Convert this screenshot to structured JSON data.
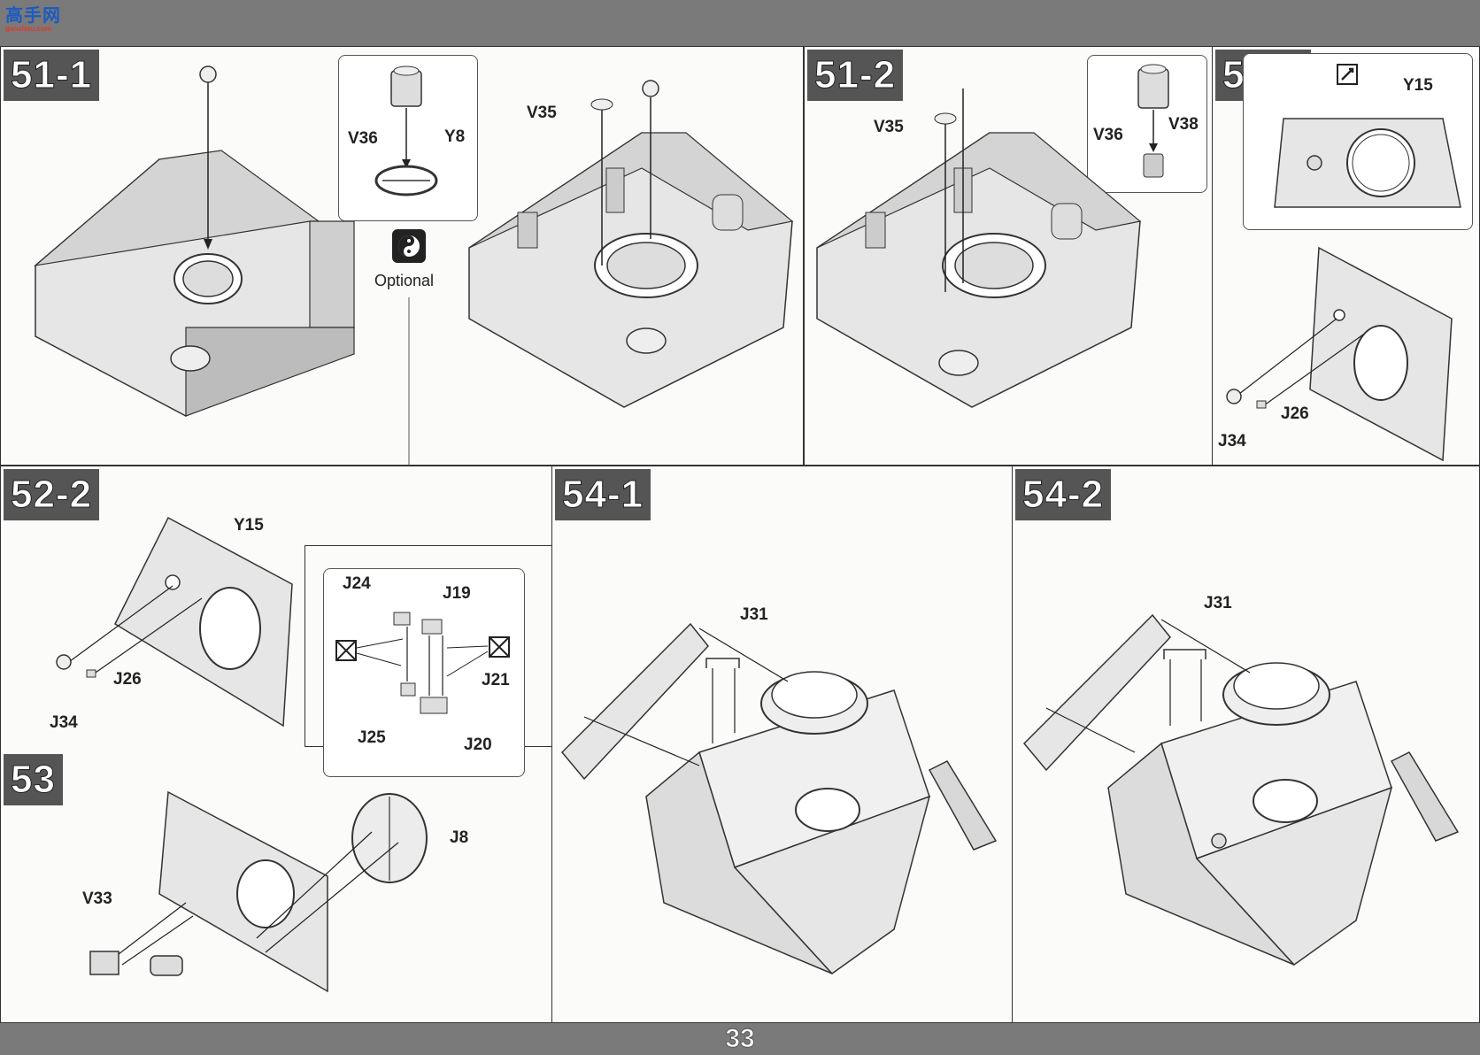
{
  "header": {
    "logo_text": "高手网",
    "logo_url": "gaoshou.com"
  },
  "page_number": "33",
  "steps": {
    "s51_1": {
      "title": "51-1",
      "labels": {
        "v36": "V36",
        "y8": "Y8",
        "v35": "V35"
      },
      "optional": "Optional"
    },
    "s51_2": {
      "title": "51-2",
      "labels": {
        "v35": "V35",
        "v36": "V36",
        "v38": "V38"
      }
    },
    "s52_1": {
      "title": "52-1",
      "labels": {
        "y15": "Y15",
        "j26": "J26",
        "j34": "J34"
      }
    },
    "s52_2": {
      "title": "52-2",
      "labels": {
        "y15": "Y15",
        "j26": "J26",
        "j34": "J34",
        "j24": "J24",
        "j19": "J19",
        "j21": "J21",
        "j25": "J25",
        "j20": "J20"
      }
    },
    "s53": {
      "title": "53",
      "labels": {
        "j8": "J8",
        "v33": "V33"
      }
    },
    "s54_1": {
      "title": "54-1",
      "labels": {
        "j31": "J31"
      }
    },
    "s54_2": {
      "title": "54-2",
      "labels": {
        "j31": "J31"
      }
    }
  }
}
